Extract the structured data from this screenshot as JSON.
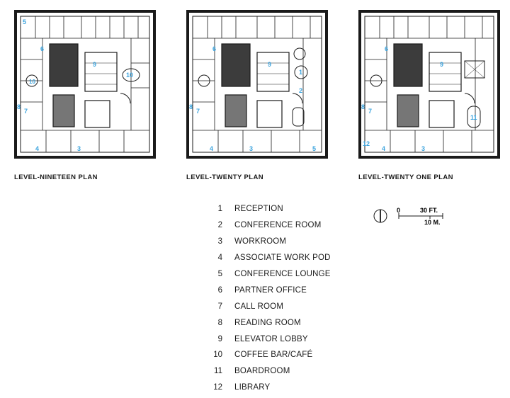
{
  "plans": [
    {
      "id": "p19",
      "title": "LEVEL-NINETEEN PLAN",
      "room_labels": [
        {
          "n": "5"
        },
        {
          "n": "6"
        },
        {
          "n": "9"
        },
        {
          "n": "8"
        },
        {
          "n": "7"
        },
        {
          "n": "10"
        },
        {
          "n": "10"
        },
        {
          "n": "4"
        },
        {
          "n": "3"
        }
      ]
    },
    {
      "id": "p20",
      "title": "LEVEL-TWENTY PLAN",
      "room_labels": [
        {
          "n": "6"
        },
        {
          "n": "9"
        },
        {
          "n": "8"
        },
        {
          "n": "7"
        },
        {
          "n": "1"
        },
        {
          "n": "2"
        },
        {
          "n": "4"
        },
        {
          "n": "3"
        },
        {
          "n": "5"
        }
      ]
    },
    {
      "id": "p21",
      "title": "LEVEL-TWENTY ONE PLAN",
      "room_labels": [
        {
          "n": "6"
        },
        {
          "n": "9"
        },
        {
          "n": "8"
        },
        {
          "n": "7"
        },
        {
          "n": "11"
        },
        {
          "n": "12"
        },
        {
          "n": "4"
        },
        {
          "n": "3"
        }
      ]
    }
  ],
  "legend": [
    {
      "num": "1",
      "label": "RECEPTION"
    },
    {
      "num": "2",
      "label": "CONFERENCE ROOM"
    },
    {
      "num": "3",
      "label": "WORKROOM"
    },
    {
      "num": "4",
      "label": "ASSOCIATE WORK POD"
    },
    {
      "num": "5",
      "label": "CONFERENCE LOUNGE"
    },
    {
      "num": "6",
      "label": "PARTNER OFFICE"
    },
    {
      "num": "7",
      "label": "CALL ROOM"
    },
    {
      "num": "8",
      "label": "READING ROOM"
    },
    {
      "num": "9",
      "label": "ELEVATOR LOBBY"
    },
    {
      "num": "10",
      "label": "COFFEE BAR/CAFÉ"
    },
    {
      "num": "11",
      "label": "BOARDROOM"
    },
    {
      "num": "12",
      "label": "LIBRARY"
    }
  ],
  "scale": {
    "zero": "0",
    "feet": "30 FT.",
    "meters": "10 M.",
    "icon": "north-arrow-icon"
  },
  "colors": {
    "ink": "#1a1a1a",
    "room_number": "#3da4de"
  }
}
